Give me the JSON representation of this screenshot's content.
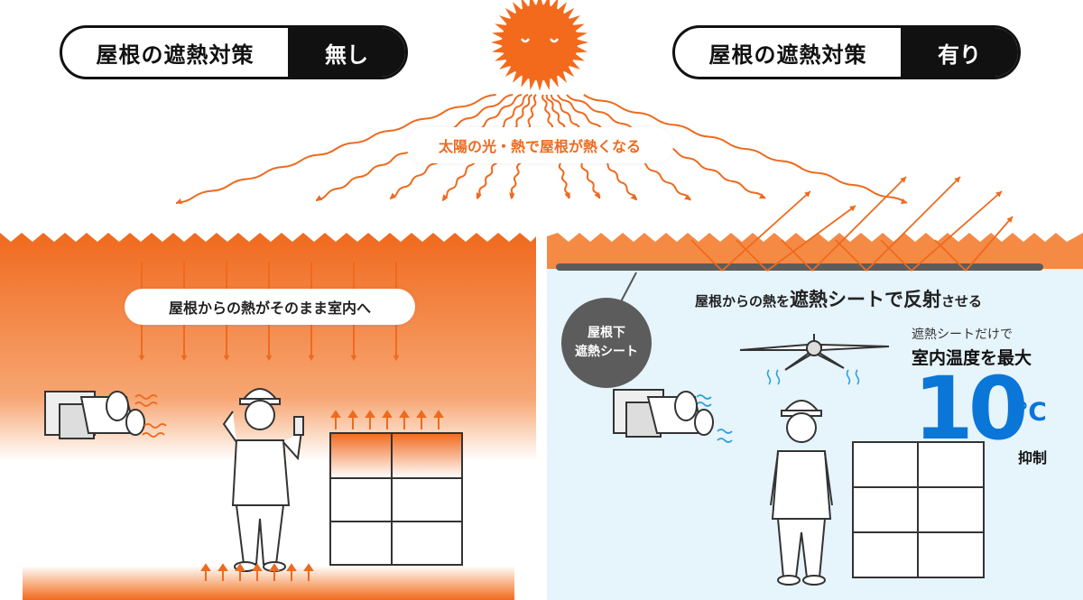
{
  "left_label": {
    "title": "屋根の遮熱対策",
    "state": "無し"
  },
  "right_label": {
    "title": "屋根の遮熱対策",
    "state": "有り"
  },
  "sun_caption": "太陽の光・熱で屋根が熱くなる",
  "left_caption": "屋根からの熱がそのまま室内へ",
  "right_caption": {
    "prefix": "屋根からの熱を",
    "emphasis": "遮熱シートで反射",
    "suffix": "させる"
  },
  "sheet_label": {
    "line1": "屋根下",
    "line2": "遮熱シート"
  },
  "effect": {
    "line1": "遮熱シートだけで",
    "line2": "室内温度を最大",
    "number": "10",
    "unit": "℃",
    "suffix": "抑制"
  },
  "colors": {
    "accent": "#ee6a1e",
    "dark": "#111111",
    "cool_bg": "#e6f4fb",
    "blue_text": "#0a76d8"
  }
}
